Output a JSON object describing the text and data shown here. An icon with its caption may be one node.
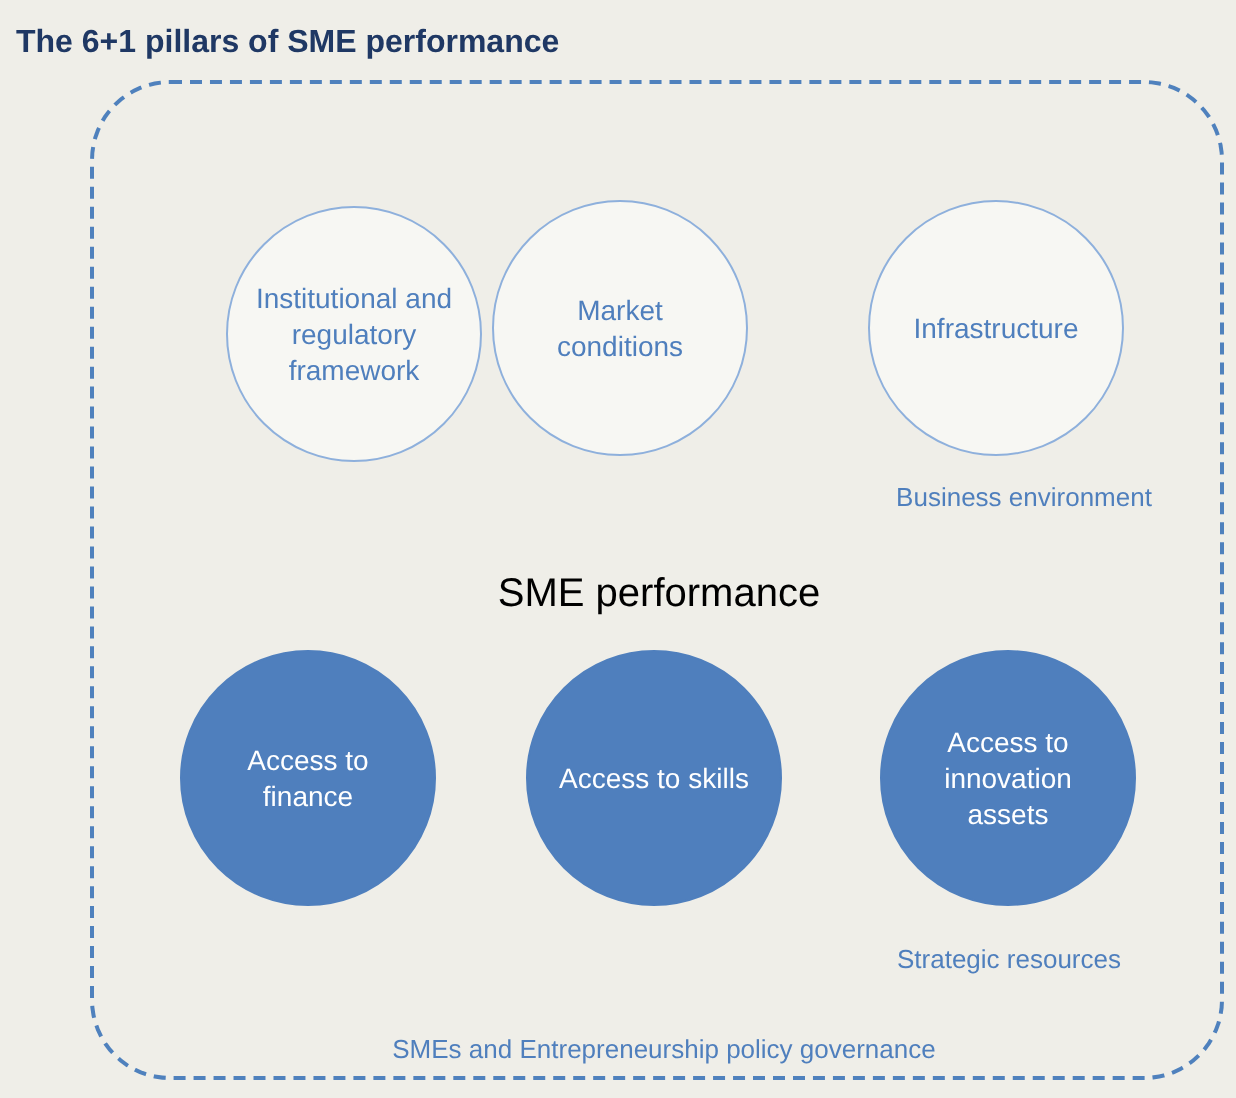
{
  "diagram": {
    "title": "The 6+1 pillars of SME performance",
    "nodes": [
      {
        "text": [
          "SMEs and Entrepreneurship policy governance"
        ]
      },
      {
        "text": [
          "Institutional and regulatory framework"
        ],
        "in": 0
      },
      {
        "text": [
          "Market conditions"
        ],
        "in": 0
      },
      {
        "text": [
          "Infrastructure"
        ],
        "in": 0
      },
      {
        "text": [
          "Access to finance"
        ],
        "in": 0
      },
      {
        "text": [
          "Access to skills"
        ],
        "in": 0
      },
      {
        "text": [
          "Access to innovation assets"
        ],
        "in": 0
      }
    ],
    "edges": [],
    "labels": [
      "Business environment",
      "SME performance",
      "Strategic resources"
    ]
  }
}
